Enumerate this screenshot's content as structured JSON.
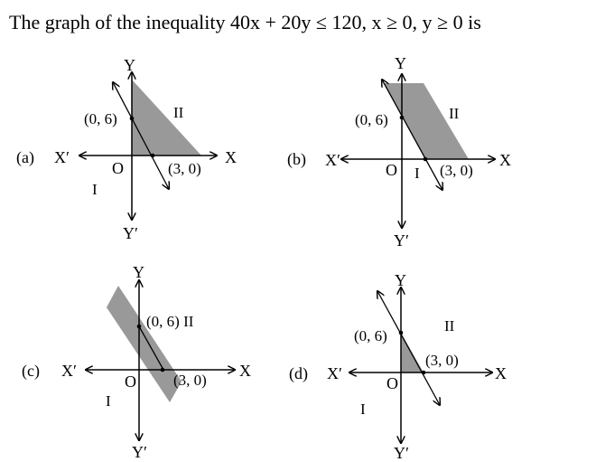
{
  "question": {
    "text": "The graph of the inequality 40x + 20y ≤ 120, x ≥ 0, y ≥ 0  is"
  },
  "options": [
    {
      "label": "(a)",
      "axes": {
        "x_pos": "X",
        "x_neg": "X′",
        "y_pos": "Y",
        "y_neg": "Y′",
        "origin": "O"
      },
      "point_y": "(0, 6)",
      "point_x": "(3, 0)",
      "region_1": "I",
      "region_2": "II"
    },
    {
      "label": "(b)",
      "axes": {
        "x_pos": "X",
        "x_neg": "X′",
        "y_pos": "Y",
        "y_neg": "Y′",
        "origin": "O"
      },
      "point_y": "(0, 6)",
      "point_x": "(3, 0)",
      "region_1": "I",
      "region_2": "II"
    },
    {
      "label": "(c)",
      "axes": {
        "x_pos": "X",
        "x_neg": "X′",
        "y_pos": "Y",
        "y_neg": "Y′",
        "origin": "O"
      },
      "point_y": "(0, 6) II",
      "point_x": "(3, 0)",
      "region_1": "I"
    },
    {
      "label": "(d)",
      "axes": {
        "x_pos": "X",
        "x_neg": "X′",
        "y_pos": "Y",
        "y_neg": "Y′",
        "origin": "O"
      },
      "point_y": "(0, 6)",
      "point_x": "(3, 0)",
      "region_1": "I",
      "region_2": "II"
    }
  ],
  "colors": {
    "shade": "#999999",
    "ink": "#000000"
  }
}
